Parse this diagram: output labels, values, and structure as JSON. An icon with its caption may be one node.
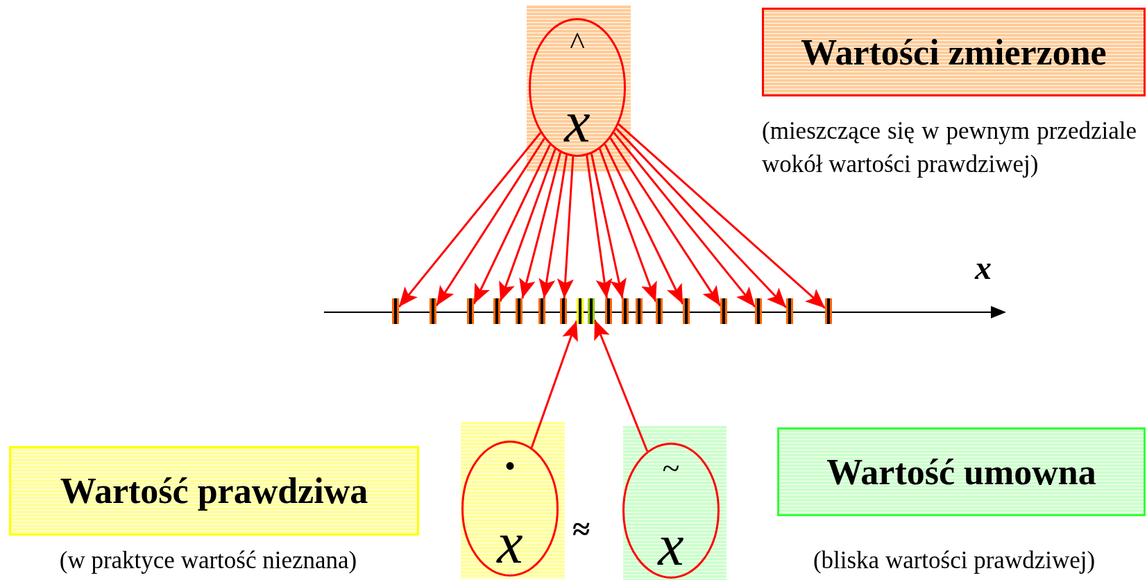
{
  "diagram": {
    "nodes": [
      {
        "text": [
          "^",
          "x"
        ]
      },
      {
        "text": [
          "Wartości zmierzone"
        ],
        "beside": [
          "(mieszczące się w pewnym przedziale wokół wartości prawdziwej)"
        ]
      },
      {
        "text": [],
        "shape": "bar"
      },
      {
        "text": [],
        "shape": "bar"
      },
      {
        "text": [],
        "shape": "bar"
      },
      {
        "text": [],
        "shape": "bar"
      },
      {
        "text": [],
        "shape": "bar"
      },
      {
        "text": [],
        "shape": "bar"
      },
      {
        "text": [],
        "shape": "bar"
      },
      {
        "text": [],
        "shape": "bar"
      },
      {
        "text": [],
        "shape": "bar"
      },
      {
        "text": [],
        "shape": "bar"
      },
      {
        "text": [],
        "shape": "bar"
      },
      {
        "text": [],
        "shape": "bar"
      },
      {
        "text": [],
        "shape": "bar"
      },
      {
        "text": [],
        "shape": "bar"
      },
      {
        "text": [],
        "shape": "bar"
      },
      {
        "text": [],
        "shape": "bar"
      },
      {
        "text": [],
        "shape": "bar"
      },
      {
        "text": [],
        "shape": "bar"
      },
      {
        "text": [
          "Wartość prawdziwa"
        ],
        "beside": [
          "(w praktyce wartość nieznana)"
        ]
      },
      {
        "text": [
          "•",
          "x"
        ]
      },
      {
        "text": [
          "~",
          "x"
        ]
      },
      {
        "text": [
          "Wartość umowna"
        ],
        "beside": [
          "(bliska wartości prawdziwej)"
        ]
      }
    ],
    "edges": [
      {
        "from": 0,
        "to": 2,
        "arrow": "to"
      },
      {
        "from": 0,
        "to": 3,
        "arrow": "to"
      },
      {
        "from": 0,
        "to": 4,
        "arrow": "to"
      },
      {
        "from": 0,
        "to": 5,
        "arrow": "to"
      },
      {
        "from": 0,
        "to": 6,
        "arrow": "to"
      },
      {
        "from": 0,
        "to": 7,
        "arrow": "to"
      },
      {
        "from": 0,
        "to": 8,
        "arrow": "to"
      },
      {
        "from": 0,
        "to": 11,
        "arrow": "to"
      },
      {
        "from": 0,
        "to": 12,
        "arrow": "to"
      },
      {
        "from": 0,
        "to": 14,
        "arrow": "to"
      },
      {
        "from": 0,
        "to": 15,
        "arrow": "to"
      },
      {
        "from": 0,
        "to": 16,
        "arrow": "to"
      },
      {
        "from": 0,
        "to": 17,
        "arrow": "to"
      },
      {
        "from": 0,
        "to": 18,
        "arrow": "to"
      },
      {
        "from": 0,
        "to": 19,
        "arrow": "to"
      },
      {
        "from": 21,
        "to": 9,
        "arrow": "to"
      },
      {
        "from": 22,
        "to": 10,
        "arrow": "to"
      }
    ],
    "labels": [
      "x",
      "≈"
    ]
  }
}
